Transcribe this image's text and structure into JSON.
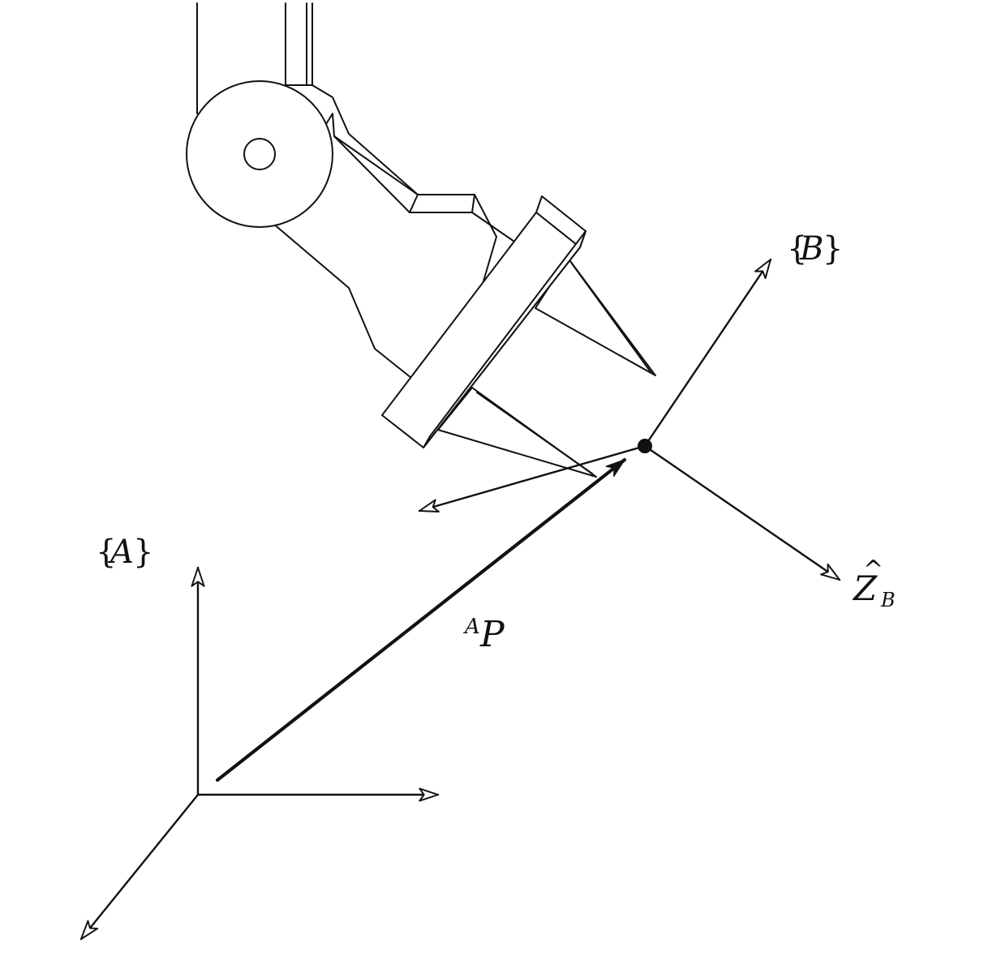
{
  "diagram": {
    "frame_a_label": "A",
    "frame_b_label": "B",
    "vector_label": "P",
    "vector_superscript": "A",
    "z_axis_letter": "Z",
    "z_axis_hat": "^",
    "z_axis_subscript": "B"
  }
}
